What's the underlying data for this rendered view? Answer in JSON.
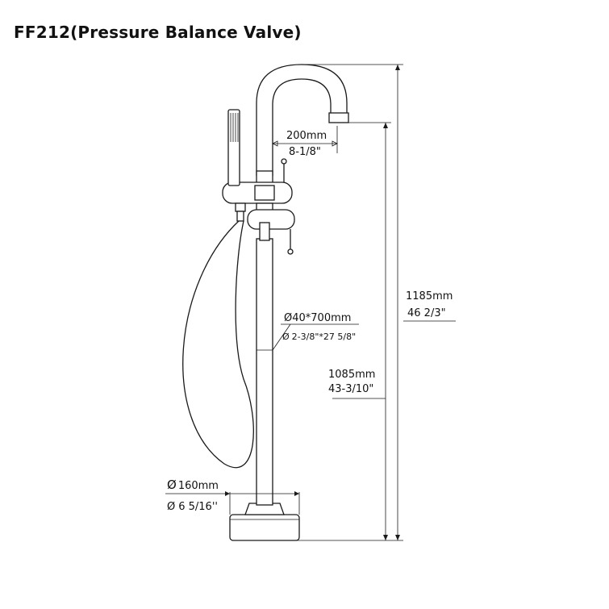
{
  "title": "FF212(Pressure Balance Valve)",
  "dimensions": {
    "spout_reach_mm": "200mm",
    "spout_reach_in": "8-1/8\"",
    "total_height_mm": "1185mm",
    "total_height_in": "46 2/3\"",
    "pipe_diameter_mm": "40*700mm",
    "pipe_diameter_in": "2-3/8\"*27 5/8\"",
    "spout_height_mm": "1085mm",
    "spout_height_in": "43-3/10\"",
    "base_diameter_mm": "160mm",
    "base_diameter_in": "6 5/16''"
  },
  "symbols": {
    "diameter": "Ø"
  }
}
